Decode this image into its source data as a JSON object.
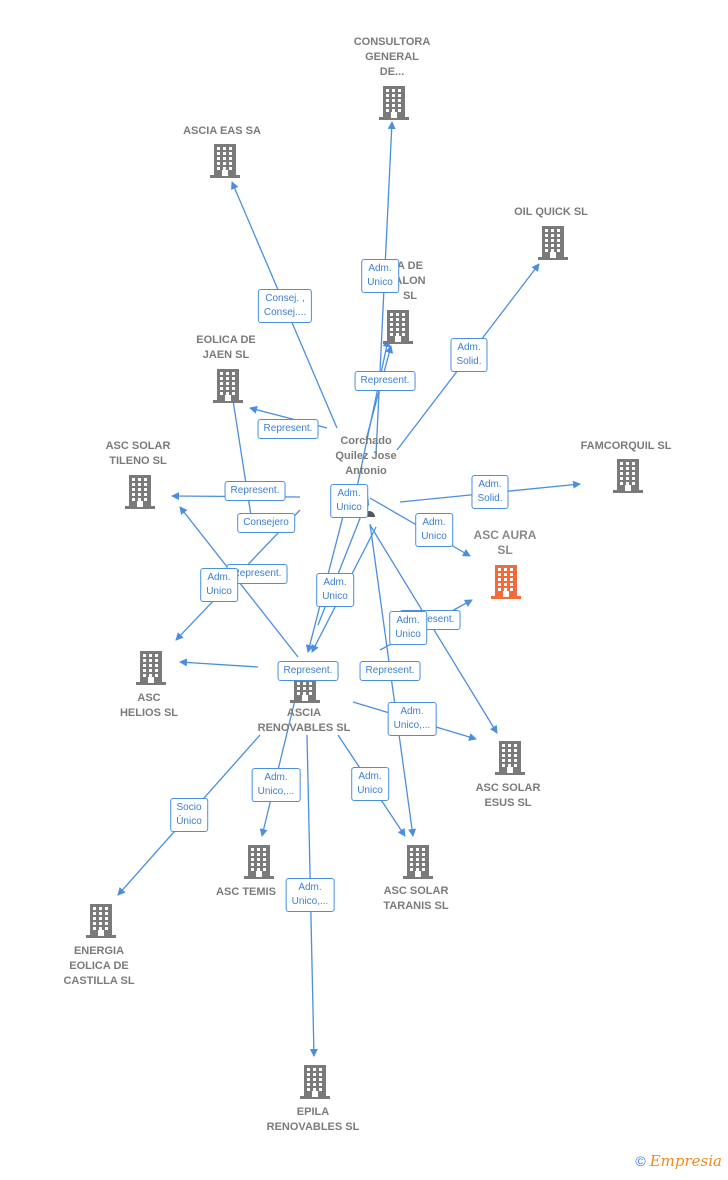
{
  "diagram": {
    "accent_color": "#4a8fdf",
    "building_color": "#7a7a7a",
    "highlight_color": "#f26b3a",
    "nodes": [
      {
        "id": "consultora",
        "label": "CONSULTORA\nGENERAL\nDE..."
      },
      {
        "id": "ascia_eas",
        "label": "ASCIA EAS SA"
      },
      {
        "id": "oil_quick",
        "label": "OIL QUICK SL"
      },
      {
        "id": "salon",
        "label": "A DE\nALON\nSL"
      },
      {
        "id": "eolica_jaen",
        "label": "EOLICA DE\nJAEN SL"
      },
      {
        "id": "famcorquil",
        "label": "FAMCORQUIL SL"
      },
      {
        "id": "tileno",
        "label": "ASC SOLAR\nTILENO SL"
      },
      {
        "id": "aura",
        "label": "ASC AURA\nSL",
        "highlight": true
      },
      {
        "id": "helios",
        "label": "ASC\nHELIOS SL"
      },
      {
        "id": "renovables",
        "label": "ASCIA\nRENOVABLES SL"
      },
      {
        "id": "esus",
        "label": "ASC SOLAR\nESUS SL"
      },
      {
        "id": "temis",
        "label": "ASC TEMIS"
      },
      {
        "id": "taranis",
        "label": "ASC SOLAR\nTARANIS SL"
      },
      {
        "id": "energia",
        "label": "ENERGIA\nEOLICA DE\nCASTILLA SL"
      },
      {
        "id": "epila",
        "label": "EPILA\nRENOVABLES SL"
      },
      {
        "id": "person",
        "label": "Corchado\nQuilez Jose\nAntonio",
        "type": "person"
      }
    ],
    "relations": [
      "Adm.\nUnico",
      "Consej. ,\nConsej....",
      "Adm.\nSolid.",
      "Represent.",
      "Represent.",
      "Adm.\nSolid.",
      "Represent.",
      "Adm.\nUnico",
      "Consejero",
      "Represent.",
      "Adm.\nUnico",
      "Adm.\nUnico",
      "Adm.\nUnico",
      "Represent.",
      "Adm.\nUnico",
      "Represent.",
      "Represent.",
      "Adm.\nUnico,...",
      "Adm.\nUnico,...",
      "Adm.\nUnico",
      "Socio\nÚnico",
      "Adm.\nUnico,..."
    ]
  },
  "footer": {
    "copyright": "©",
    "brand": "Empresia"
  }
}
